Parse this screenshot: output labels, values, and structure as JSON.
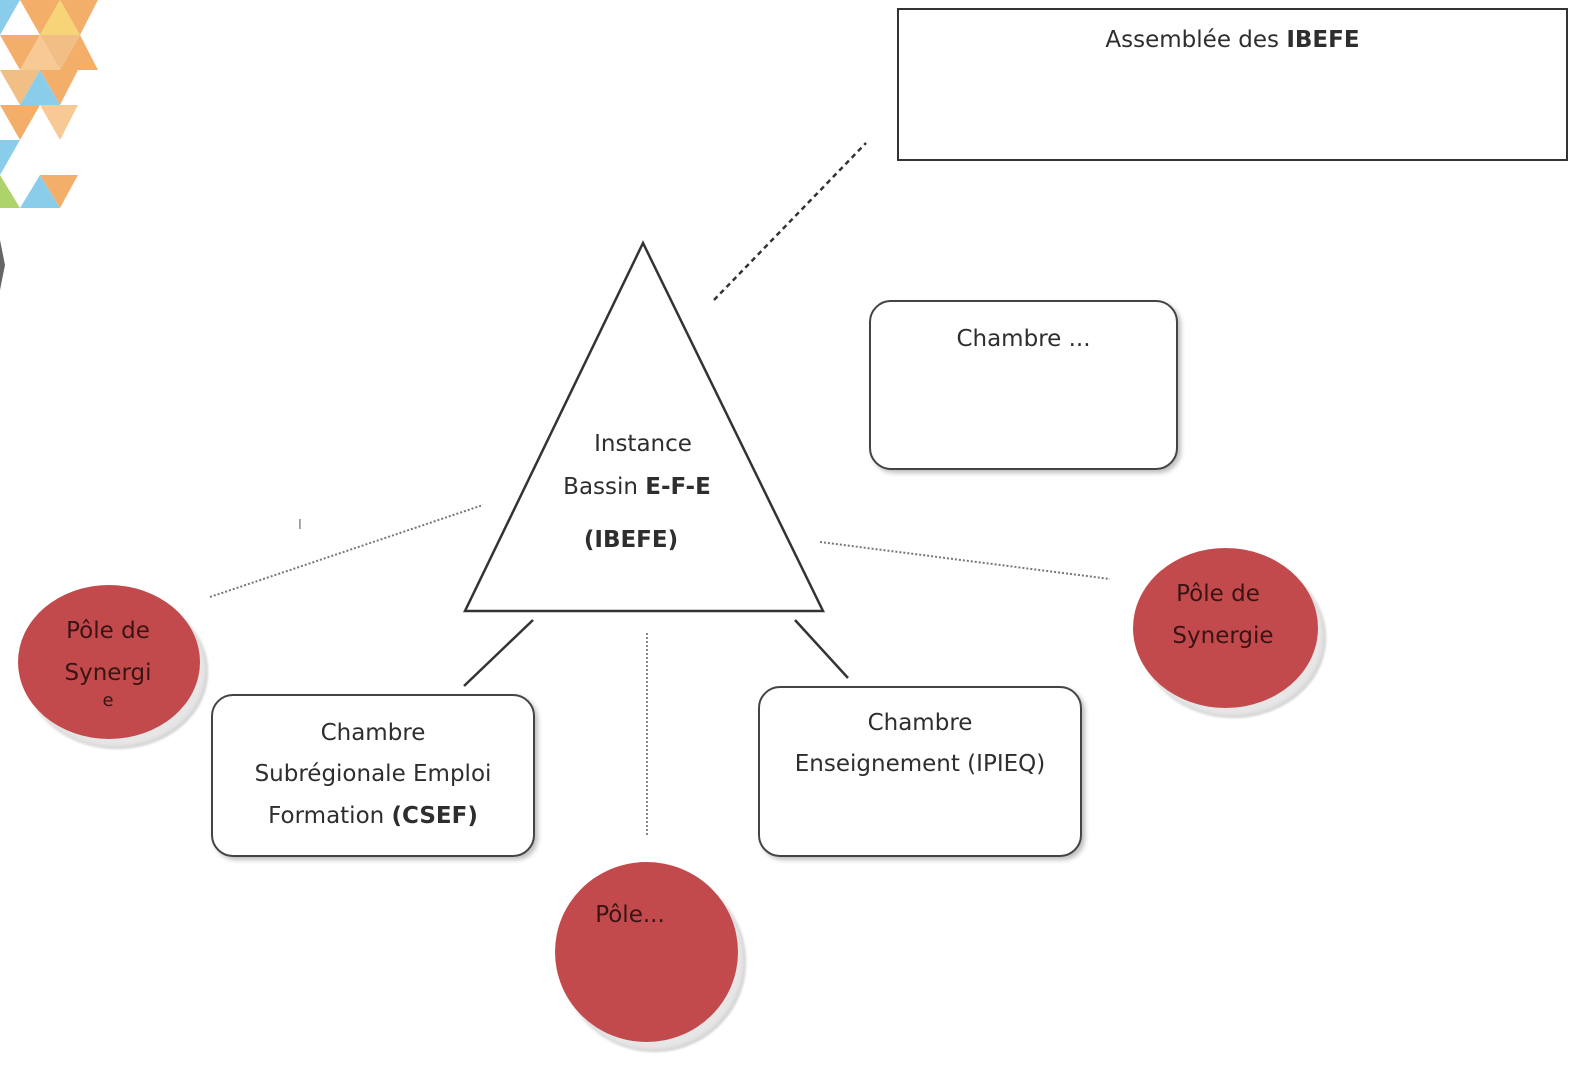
{
  "assembly": {
    "prefix": "Assemblée des",
    "bold": "IBEFE"
  },
  "center": {
    "line1": "Instance",
    "line2_normal": "Bassin",
    "line2_bold": "E-F-E",
    "line3": "(IBEFE)"
  },
  "chambre_top": {
    "label": "Chambre ..."
  },
  "chambre_left": {
    "line1": "Chambre",
    "line2": "Subrégionale Emploi",
    "line3_normal": "Formation",
    "line3_bold": "(CSEF)"
  },
  "chambre_right": {
    "line1": "Chambre",
    "line2": "Enseignement (IPIEQ)"
  },
  "pole_left": {
    "line1": "Pôle de",
    "line2": "Synergi",
    "line3": "e"
  },
  "pole_right": {
    "line1": "Pôle de",
    "line2": "Synergie"
  },
  "pole_bottom": {
    "line1": "Pôle..."
  },
  "stray_mark": "I",
  "colors": {
    "pole": "#c24a4c",
    "border": "#444444",
    "deco_orange": "#f2a65a",
    "deco_blue": "#7ec8e8",
    "deco_green": "#a6cf5c"
  }
}
